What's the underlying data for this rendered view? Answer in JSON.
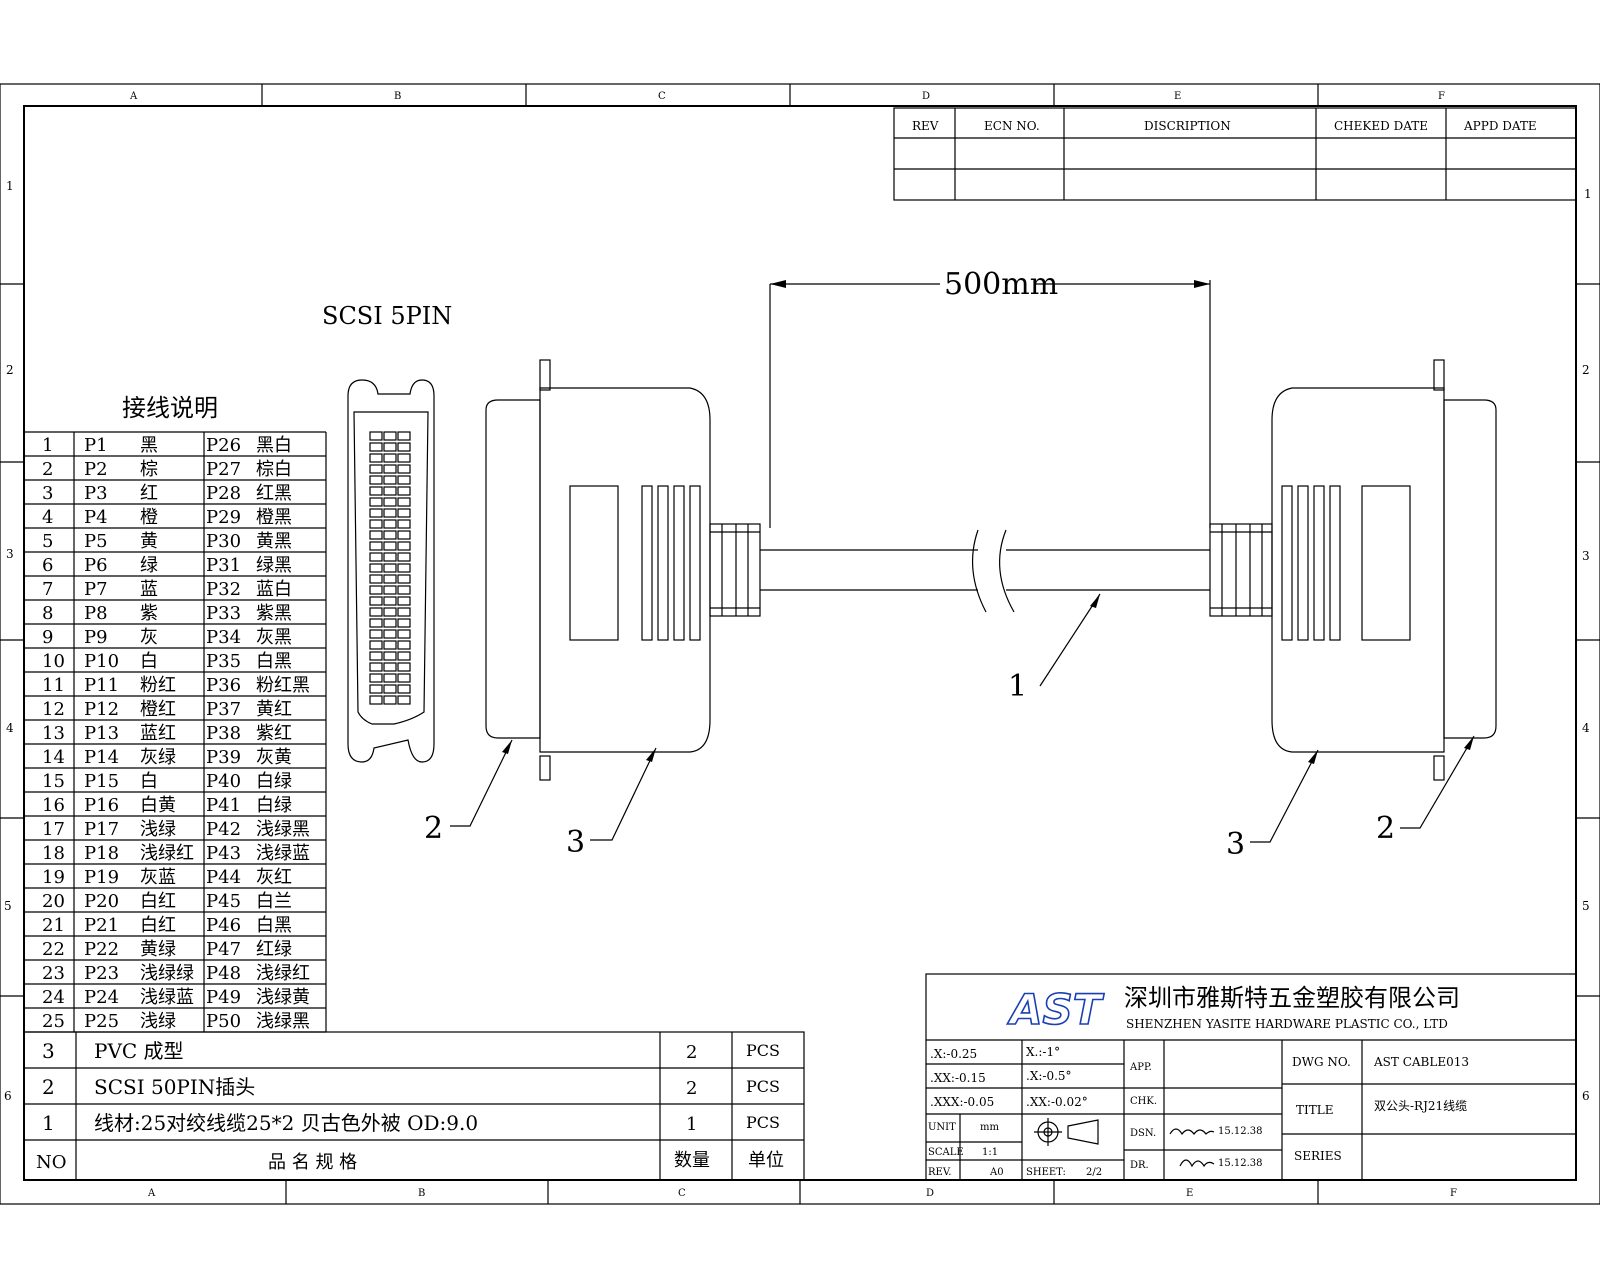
{
  "zones": {
    "top": [
      "A",
      "B",
      "C",
      "D",
      "E",
      "F"
    ],
    "bottom": [
      "A",
      "B",
      "C",
      "D",
      "E",
      "F"
    ],
    "left": [
      "1",
      "2",
      "3",
      "4",
      "5",
      "6"
    ],
    "right": [
      "1",
      "2",
      "3",
      "4",
      "5",
      "6"
    ]
  },
  "revision_table": {
    "headers": [
      "REV",
      "ECN NO.",
      "DISCRIPTION",
      "CHEKED DATE",
      "APPD DATE"
    ]
  },
  "drawing": {
    "connector_title": "SCSI 5PIN",
    "dimension": "500mm",
    "callouts": {
      "cable": "1",
      "left_shell": "2",
      "left_body": "3",
      "right_body": "3",
      "right_shell": "2"
    }
  },
  "wiring": {
    "title": "接线说明",
    "rows": [
      [
        "1",
        "P1",
        "黑",
        "P26",
        "黑白"
      ],
      [
        "2",
        "P2",
        "棕",
        "P27",
        "棕白"
      ],
      [
        "3",
        "P3",
        "红",
        "P28",
        "红黑"
      ],
      [
        "4",
        "P4",
        "橙",
        "P29",
        "橙黑"
      ],
      [
        "5",
        "P5",
        "黄",
        "P30",
        "黄黑"
      ],
      [
        "6",
        "P6",
        "绿",
        "P31",
        "绿黑"
      ],
      [
        "7",
        "P7",
        "蓝",
        "P32",
        "蓝白"
      ],
      [
        "8",
        "P8",
        "紫",
        "P33",
        "紫黑"
      ],
      [
        "9",
        "P9",
        "灰",
        "P34",
        "灰黑"
      ],
      [
        "10",
        "P10",
        "白",
        "P35",
        "白黑"
      ],
      [
        "11",
        "P11",
        "粉红",
        "P36",
        "粉红黑"
      ],
      [
        "12",
        "P12",
        "橙红",
        "P37",
        "黄红"
      ],
      [
        "13",
        "P13",
        "蓝红",
        "P38",
        "紫红"
      ],
      [
        "14",
        "P14",
        "灰绿",
        "P39",
        "灰黄"
      ],
      [
        "15",
        "P15",
        "白",
        "P40",
        "白绿"
      ],
      [
        "16",
        "P16",
        "白黄",
        "P41",
        "白绿"
      ],
      [
        "17",
        "P17",
        "浅绿",
        "P42",
        "浅绿黑"
      ],
      [
        "18",
        "P18",
        "浅绿红",
        "P43",
        "浅绿蓝"
      ],
      [
        "19",
        "P19",
        "灰蓝",
        "P44",
        "灰红"
      ],
      [
        "20",
        "P20",
        "白红",
        "P45",
        "白兰"
      ],
      [
        "21",
        "P21",
        "白红",
        "P46",
        "白黑"
      ],
      [
        "22",
        "P22",
        "黄绿",
        "P47",
        "红绿"
      ],
      [
        "23",
        "P23",
        "浅绿绿",
        "P48",
        "浅绿红"
      ],
      [
        "24",
        "P24",
        "浅绿蓝",
        "P49",
        "浅绿黄"
      ],
      [
        "25",
        "P25",
        "浅绿",
        "P50",
        "浅绿黑"
      ]
    ]
  },
  "bom": {
    "rows": [
      {
        "no": "3",
        "spec": "PVC 成型",
        "qty": "2",
        "unit": "PCS"
      },
      {
        "no": "2",
        "spec": "SCSI 50PIN插头",
        "qty": "2",
        "unit": "PCS"
      },
      {
        "no": "1",
        "spec": "线材:25对绞线缆25*2 贝古色外被 OD:9.0",
        "qty": "1",
        "unit": "PCS"
      }
    ],
    "header": {
      "no": "NO",
      "spec": "品 名 规 格",
      "qty": "数量",
      "unit": "单位"
    }
  },
  "title_block": {
    "logo": "AST",
    "company_cn": "深圳市雅斯特五金塑胶有限公司",
    "company_en": "SHENZHEN YASITE HARDWARE PLASTIC CO., LTD",
    "tolerances": [
      ".X:-0.25",
      "X.:-1°",
      ".XX:-0.15",
      ".X:-0.5°",
      ".XXX:-0.05",
      ".XX:-0.02°"
    ],
    "unit_label": "UNIT",
    "unit_value": "mm",
    "scale_label": "SCALE",
    "scale_value": "1:1",
    "rev_label": "REV.",
    "rev_value": "A0",
    "sheet_label": "SHEET:",
    "sheet_value": "2/2",
    "app_label": "APP.",
    "chk_label": "CHK.",
    "dsn_label": "DSN.",
    "dsn_value": "15.12.38",
    "dr_label": "DR.",
    "dr_value": "15.12.38",
    "dwg_no_label": "DWG NO.",
    "dwg_no_value": "AST CABLE013",
    "title_label": "TITLE",
    "title_value": "双公头-RJ21线缆",
    "series_label": "SERIES"
  },
  "colors": {
    "ink": "#000000",
    "logo": "#1a3fb5",
    "paper": "#ffffff"
  }
}
